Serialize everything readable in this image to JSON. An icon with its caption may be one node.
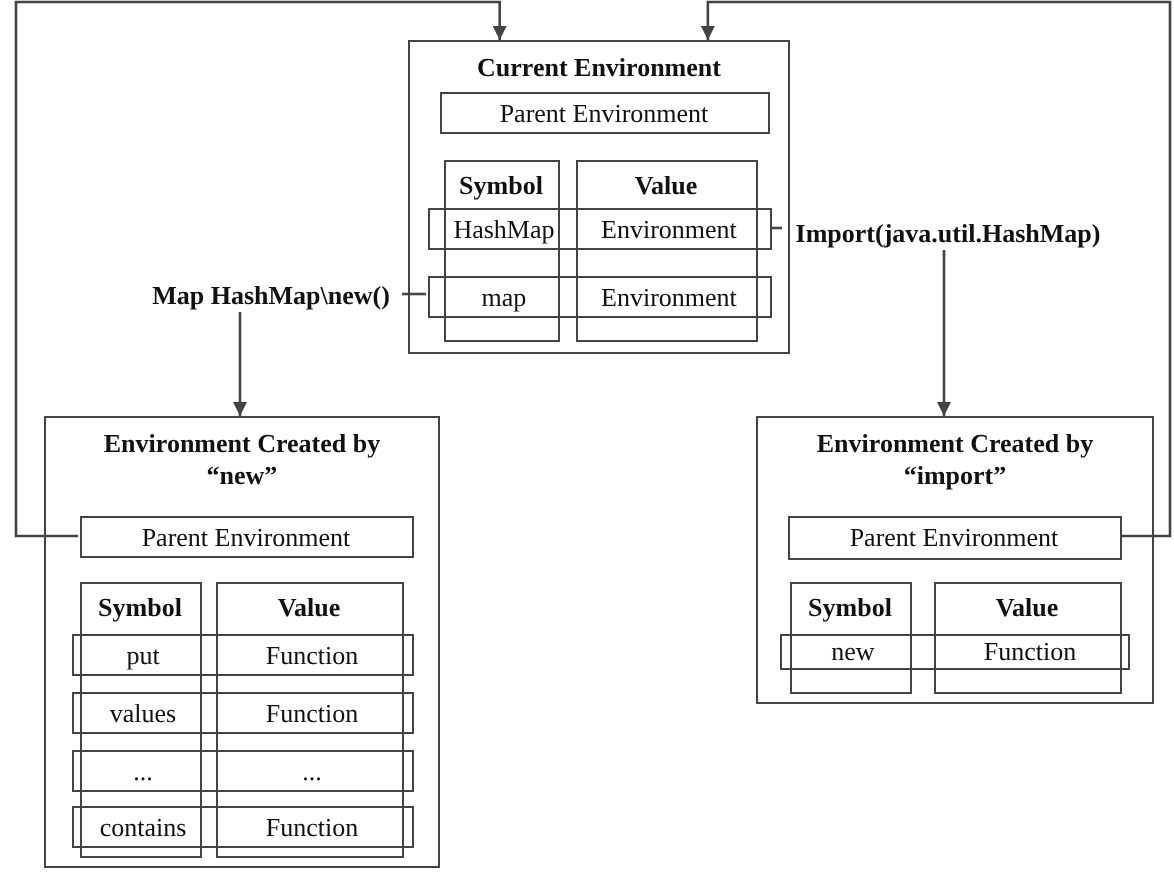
{
  "diagram": {
    "nodes": [
      {
        "text": [
          "Current Environment"
        ]
      },
      {
        "text": [
          "Parent Environment"
        ],
        "in": 0
      },
      {
        "text": [
          "Symbol"
        ],
        "in": 0
      },
      {
        "text": [
          "Value"
        ],
        "in": 0
      },
      {
        "text": [
          "HashMap",
          "Environment"
        ],
        "in": 0
      },
      {
        "text": [
          "map",
          "Environment"
        ],
        "in": 0
      },
      {
        "text": [
          "Map HashMap\\new()"
        ]
      },
      {
        "text": [
          "Import(java.util.HashMap)"
        ]
      },
      {
        "text": [
          "Environment Created by “new”"
        ]
      },
      {
        "text": [
          "Parent Environment"
        ],
        "in": 8
      },
      {
        "text": [
          "Symbol"
        ],
        "in": 8
      },
      {
        "text": [
          "Value"
        ],
        "in": 8
      },
      {
        "text": [
          "put",
          "Function"
        ],
        "in": 8
      },
      {
        "text": [
          "values",
          "Function"
        ],
        "in": 8
      },
      {
        "text": [
          "...",
          "..."
        ],
        "in": 8
      },
      {
        "text": [
          "contains",
          "Function"
        ],
        "in": 8
      },
      {
        "text": [
          "Environment Created by “import”"
        ]
      },
      {
        "text": [
          "Parent Environment"
        ],
        "in": 16
      },
      {
        "text": [
          "Symbol"
        ],
        "in": 16
      },
      {
        "text": [
          "Value"
        ],
        "in": 16
      },
      {
        "text": [
          "new",
          "Function"
        ],
        "in": 16
      }
    ],
    "edges": [
      {
        "from": 4,
        "to": 7,
        "arrow": "none"
      },
      {
        "from": 7,
        "to": 16,
        "arrow": "to"
      },
      {
        "from": 6,
        "to": 5,
        "arrow": "none"
      },
      {
        "from": 6,
        "to": 8,
        "arrow": "to"
      },
      {
        "from": 9,
        "to": 0,
        "arrow": "to"
      },
      {
        "from": 17,
        "to": 0,
        "arrow": "to"
      }
    ]
  }
}
